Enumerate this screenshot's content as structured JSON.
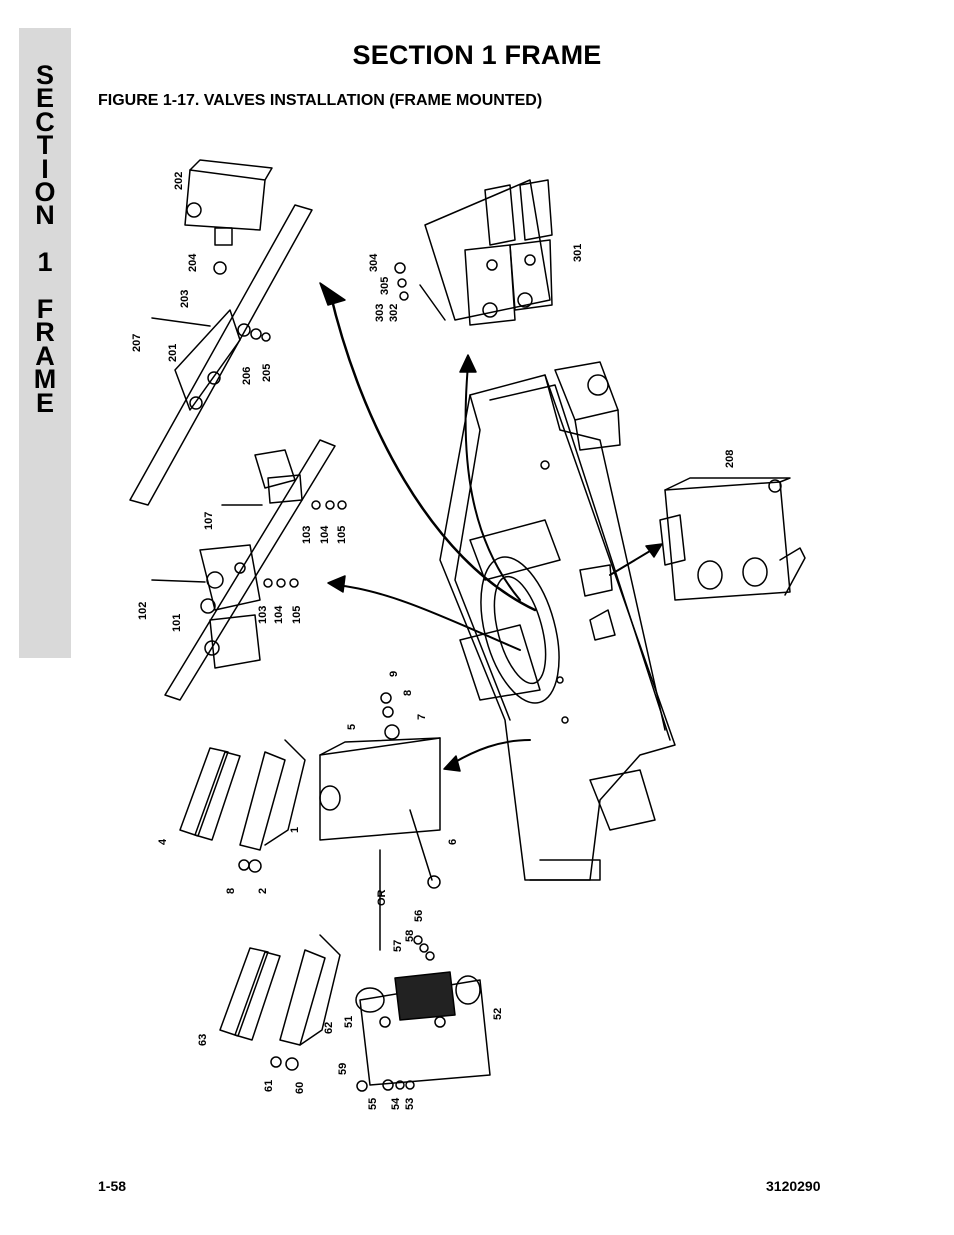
{
  "side_tab": {
    "letters": [
      "S",
      "E",
      "C",
      "T",
      "I",
      "O",
      "N",
      "",
      "1",
      "",
      "F",
      "R",
      "A",
      "M",
      "E"
    ]
  },
  "header": {
    "title": "SECTION 1  FRAME"
  },
  "figure": {
    "title": "FIGURE 1-17.  VALVES INSTALLATION (FRAME MOUNTED)",
    "labels": {
      "l202": "202",
      "l204": "204",
      "l203": "203",
      "l207": "207",
      "l201": "201",
      "l206": "206",
      "l205": "205",
      "l304": "304",
      "l305": "305",
      "l303": "303",
      "l302": "302",
      "l301": "301",
      "l208": "208",
      "l107": "107",
      "l103a": "103",
      "l104a": "104",
      "l105a": "105",
      "l102": "102",
      "l101": "101",
      "l103b": "103",
      "l104b": "104",
      "l105b": "105",
      "l9": "9",
      "l8a": "8",
      "l7": "7",
      "l5": "5",
      "l4": "4",
      "l1": "1",
      "l6": "6",
      "l8b": "8",
      "l2": "2",
      "lor": "OR",
      "l56": "56",
      "l58": "58",
      "l57": "57",
      "l52": "52",
      "l63": "63",
      "l62": "62",
      "l51": "51",
      "l59": "59",
      "l61": "61",
      "l60": "60",
      "l55": "55",
      "l54": "54",
      "l53": "53"
    }
  },
  "footer": {
    "page_number": "1-58",
    "doc_number": "3120290"
  }
}
